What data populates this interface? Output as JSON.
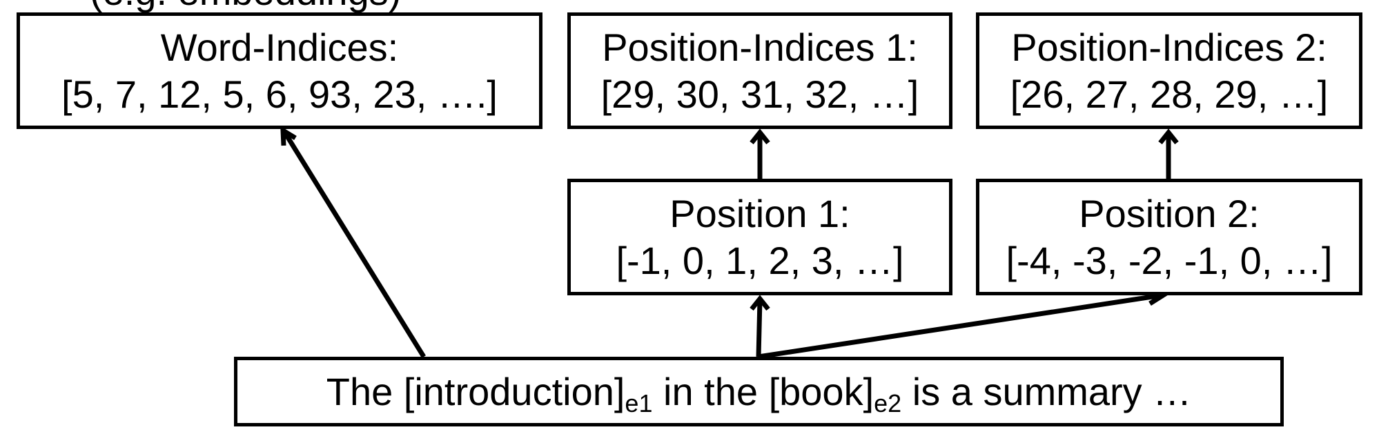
{
  "top_cutoff_text": "(e.g. embeddings)",
  "boxes": {
    "word_indices": {
      "title": "Word-Indices:",
      "values": "[5, 7, 12, 5, 6, 93, 23, ….]"
    },
    "position_indices_1": {
      "title": "Position-Indices 1:",
      "values": "[29, 30, 31, 32, …]"
    },
    "position_indices_2": {
      "title": "Position-Indices 2:",
      "values": "[26, 27, 28, 29, …]"
    },
    "position_1": {
      "title": "Position 1:",
      "values": "[-1, 0, 1, 2, 3, …]"
    },
    "position_2": {
      "title": "Position 2:",
      "values": "[-4, -3, -2, -1, 0, …]"
    }
  },
  "sentence": {
    "part1": "The [introduction]",
    "sub1": "e1",
    "part2": " in the [book]",
    "sub2": "e2",
    "part3": " is a summary …"
  },
  "colors": {
    "stroke": "#000000",
    "background": "#ffffff"
  }
}
